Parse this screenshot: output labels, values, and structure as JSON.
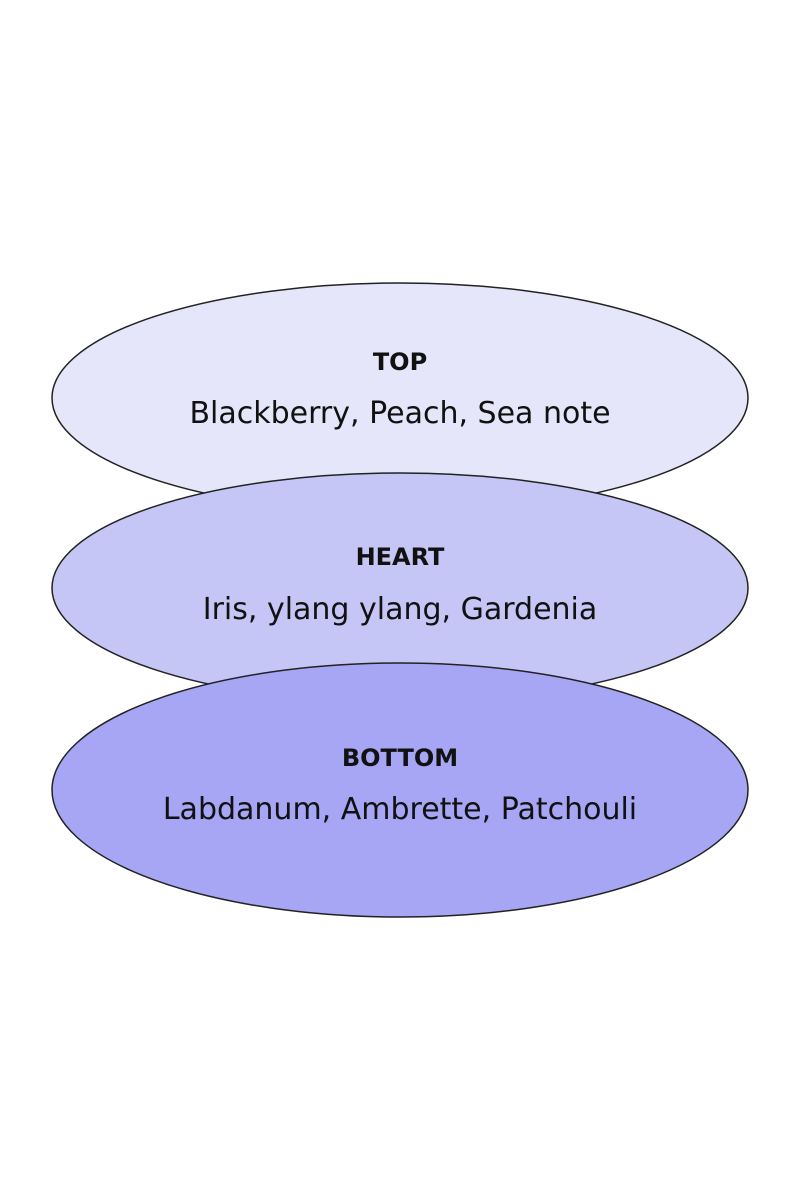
{
  "layers": [
    {
      "title": "TOP",
      "notes": "Blackberry, Peach, Sea note",
      "color": "#e6e6fa"
    },
    {
      "title": "HEART",
      "notes": "Iris, ylang ylang, Gardenia",
      "color": "#c6c6f6"
    },
    {
      "title": "BOTTOM",
      "notes": "Labdanum, Ambrette, Patchouli",
      "color": "#a6a6f4"
    }
  ]
}
